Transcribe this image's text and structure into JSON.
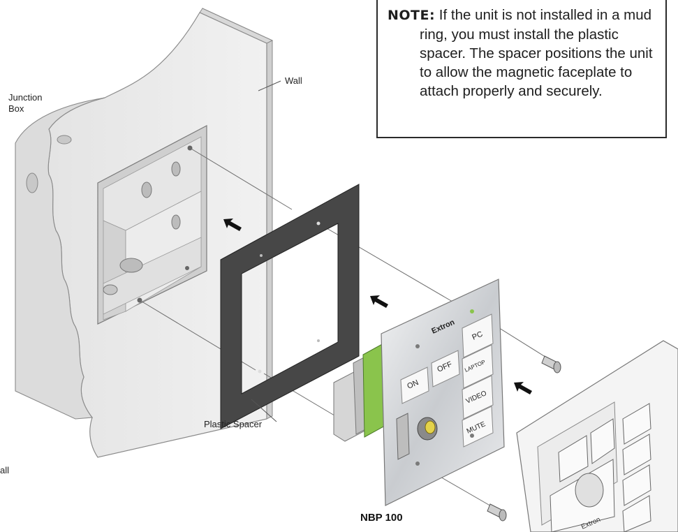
{
  "note": {
    "heading": "NOTE:",
    "body": "If the unit is not installed in a mud ring, you must install the plastic spacer. The spacer positions the unit to allow the magnetic faceplate to attach properly and securely."
  },
  "labels": {
    "wall": "Wall",
    "junction_box_line1": "Junction",
    "junction_box_line2": "Box",
    "plastic_spacer": "Plastic Spacer",
    "edge_fragment": "all",
    "model": "NBP 100"
  },
  "panel_buttons": {
    "on": "ON",
    "off": "OFF",
    "pc": "PC",
    "laptop": "LAPTOP",
    "video": "VIDEO",
    "mute": "MUTE"
  },
  "brand": "Extron",
  "faceplate_brand": "Extron"
}
